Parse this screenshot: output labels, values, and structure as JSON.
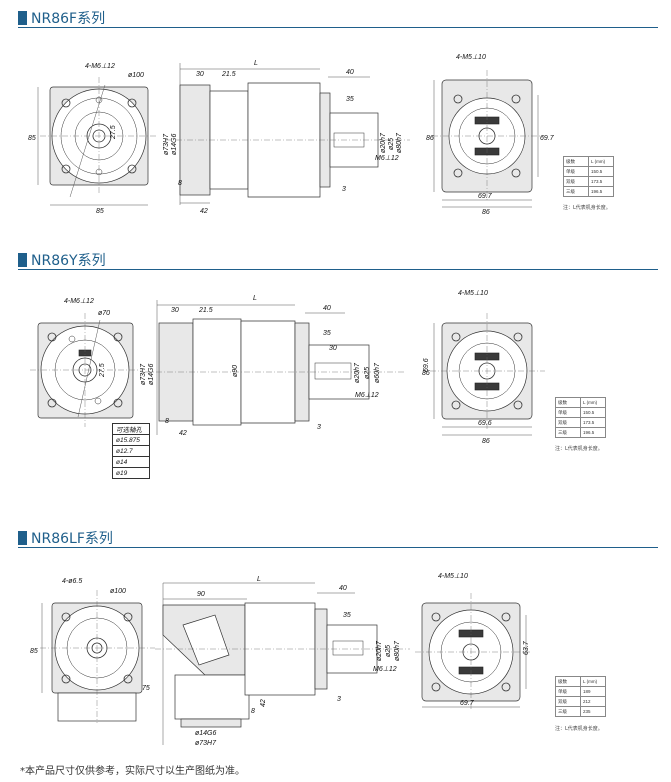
{
  "sections": [
    {
      "title": "NR86F系列",
      "front_labels": {
        "holes": "4-M6⊥12",
        "pcd": "ø100",
        "size": "85",
        "width": "85"
      },
      "side_labels": {
        "d1": "30",
        "d2": "21.5",
        "L": "L",
        "d3": "40",
        "d4": "35",
        "bore": "ø73H7",
        "pilot": "ø14G6",
        "flange_t": "8",
        "depth": "42",
        "shaft_d": "ø20h7",
        "key": "ø25",
        "spigot": "ø80h7",
        "tap": "M6⊥12",
        "gap": "3",
        "hub": "27.5"
      },
      "end_labels": {
        "holes": "4-M5⊥10",
        "h": "86",
        "h2": "69.7",
        "w1": "69.7",
        "w2": "86"
      },
      "ltable": {
        "header": [
          "级数",
          "L (mm)"
        ],
        "rows": [
          [
            "单级",
            "150.5"
          ],
          [
            "双级",
            "173.5"
          ],
          [
            "三级",
            "196.5"
          ]
        ]
      },
      "lnote": "注：L代表机身长度。"
    },
    {
      "title": "NR86Y系列",
      "front_labels": {
        "holes": "4-M6⊥12",
        "pcd": "ø70",
        "hub": "27.5"
      },
      "side_labels": {
        "d1": "30",
        "d2": "21.5",
        "L": "L",
        "d3": "40",
        "d4": "35",
        "d5": "30",
        "bore": "ø73H7",
        "pilot": "ø14G6",
        "body": "ø90",
        "flange_t": "8",
        "depth": "42",
        "shaft_d": "ø20h7",
        "key": "ø25",
        "spigot": "ø60h7",
        "tap": "M6⊥12",
        "gap": "3"
      },
      "shaft_table": {
        "header": "可选轴孔",
        "rows": [
          "ø15.875",
          "ø12.7",
          "ø14",
          "ø19"
        ]
      },
      "end_labels": {
        "holes": "4-M5⊥10",
        "h": "86",
        "h2": "69.6",
        "w1": "69.6",
        "w2": "86"
      },
      "ltable": {
        "header": [
          "级数",
          "L (mm)"
        ],
        "rows": [
          [
            "单级",
            "150.5"
          ],
          [
            "双级",
            "173.5"
          ],
          [
            "三级",
            "196.5"
          ]
        ]
      },
      "lnote": "注：L代表机身长度。"
    },
    {
      "title": "NR86LF系列",
      "front_labels": {
        "holes": "4-ø6.5",
        "pcd": "ø100",
        "size": "85",
        "side": "75"
      },
      "side_labels": {
        "d1": "90",
        "L": "L",
        "d3": "40",
        "d4": "35",
        "flange_t": "8",
        "depth": "42",
        "pilot": "ø14G6",
        "bore": "ø73H7",
        "shaft_d": "ø20h7",
        "key": "ø25",
        "spigot": "ø80h7",
        "tap": "M6⊥12",
        "gap": "3"
      },
      "end_labels": {
        "holes": "4-M5⊥10",
        "h": "63.7",
        "w1": "69.7"
      },
      "ltable": {
        "header": [
          "级数",
          "L (mm)"
        ],
        "rows": [
          [
            "单级",
            "189"
          ],
          [
            "双级",
            "212"
          ],
          [
            "三级",
            "235"
          ]
        ]
      },
      "lnote": "注：L代表机身长度。"
    }
  ],
  "footer": "*本产品尺寸仅供参考，实际尺寸以生产图纸为准。"
}
